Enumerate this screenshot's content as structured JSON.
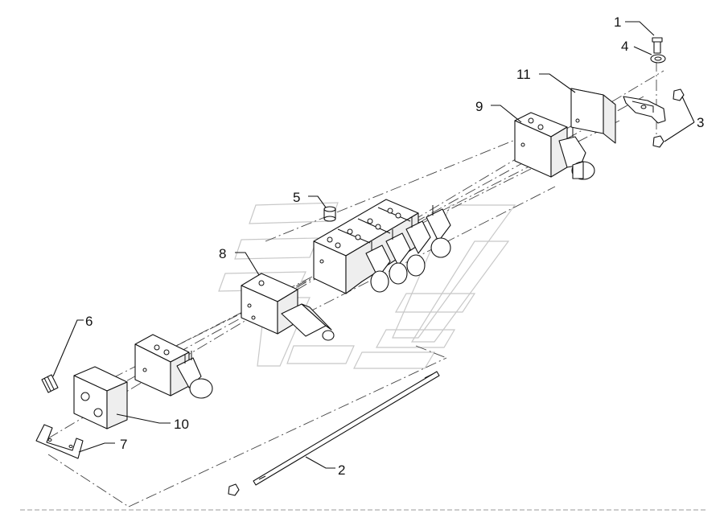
{
  "callouts": [
    {
      "id": "1",
      "text": "1"
    },
    {
      "id": "2",
      "text": "2"
    },
    {
      "id": "3",
      "text": "3"
    },
    {
      "id": "4",
      "text": "4"
    },
    {
      "id": "5",
      "text": "5"
    },
    {
      "id": "6",
      "text": "6"
    },
    {
      "id": "7",
      "text": "7"
    },
    {
      "id": "8",
      "text": "8"
    },
    {
      "id": "9",
      "text": "9"
    },
    {
      "id": "10",
      "text": "10"
    },
    {
      "id": "11",
      "text": "11"
    }
  ],
  "watermark": {
    "mark": "logo-watermark"
  },
  "colors": {
    "line": "#111111",
    "watermark": "#c8c8c8",
    "background": "#ffffff"
  }
}
